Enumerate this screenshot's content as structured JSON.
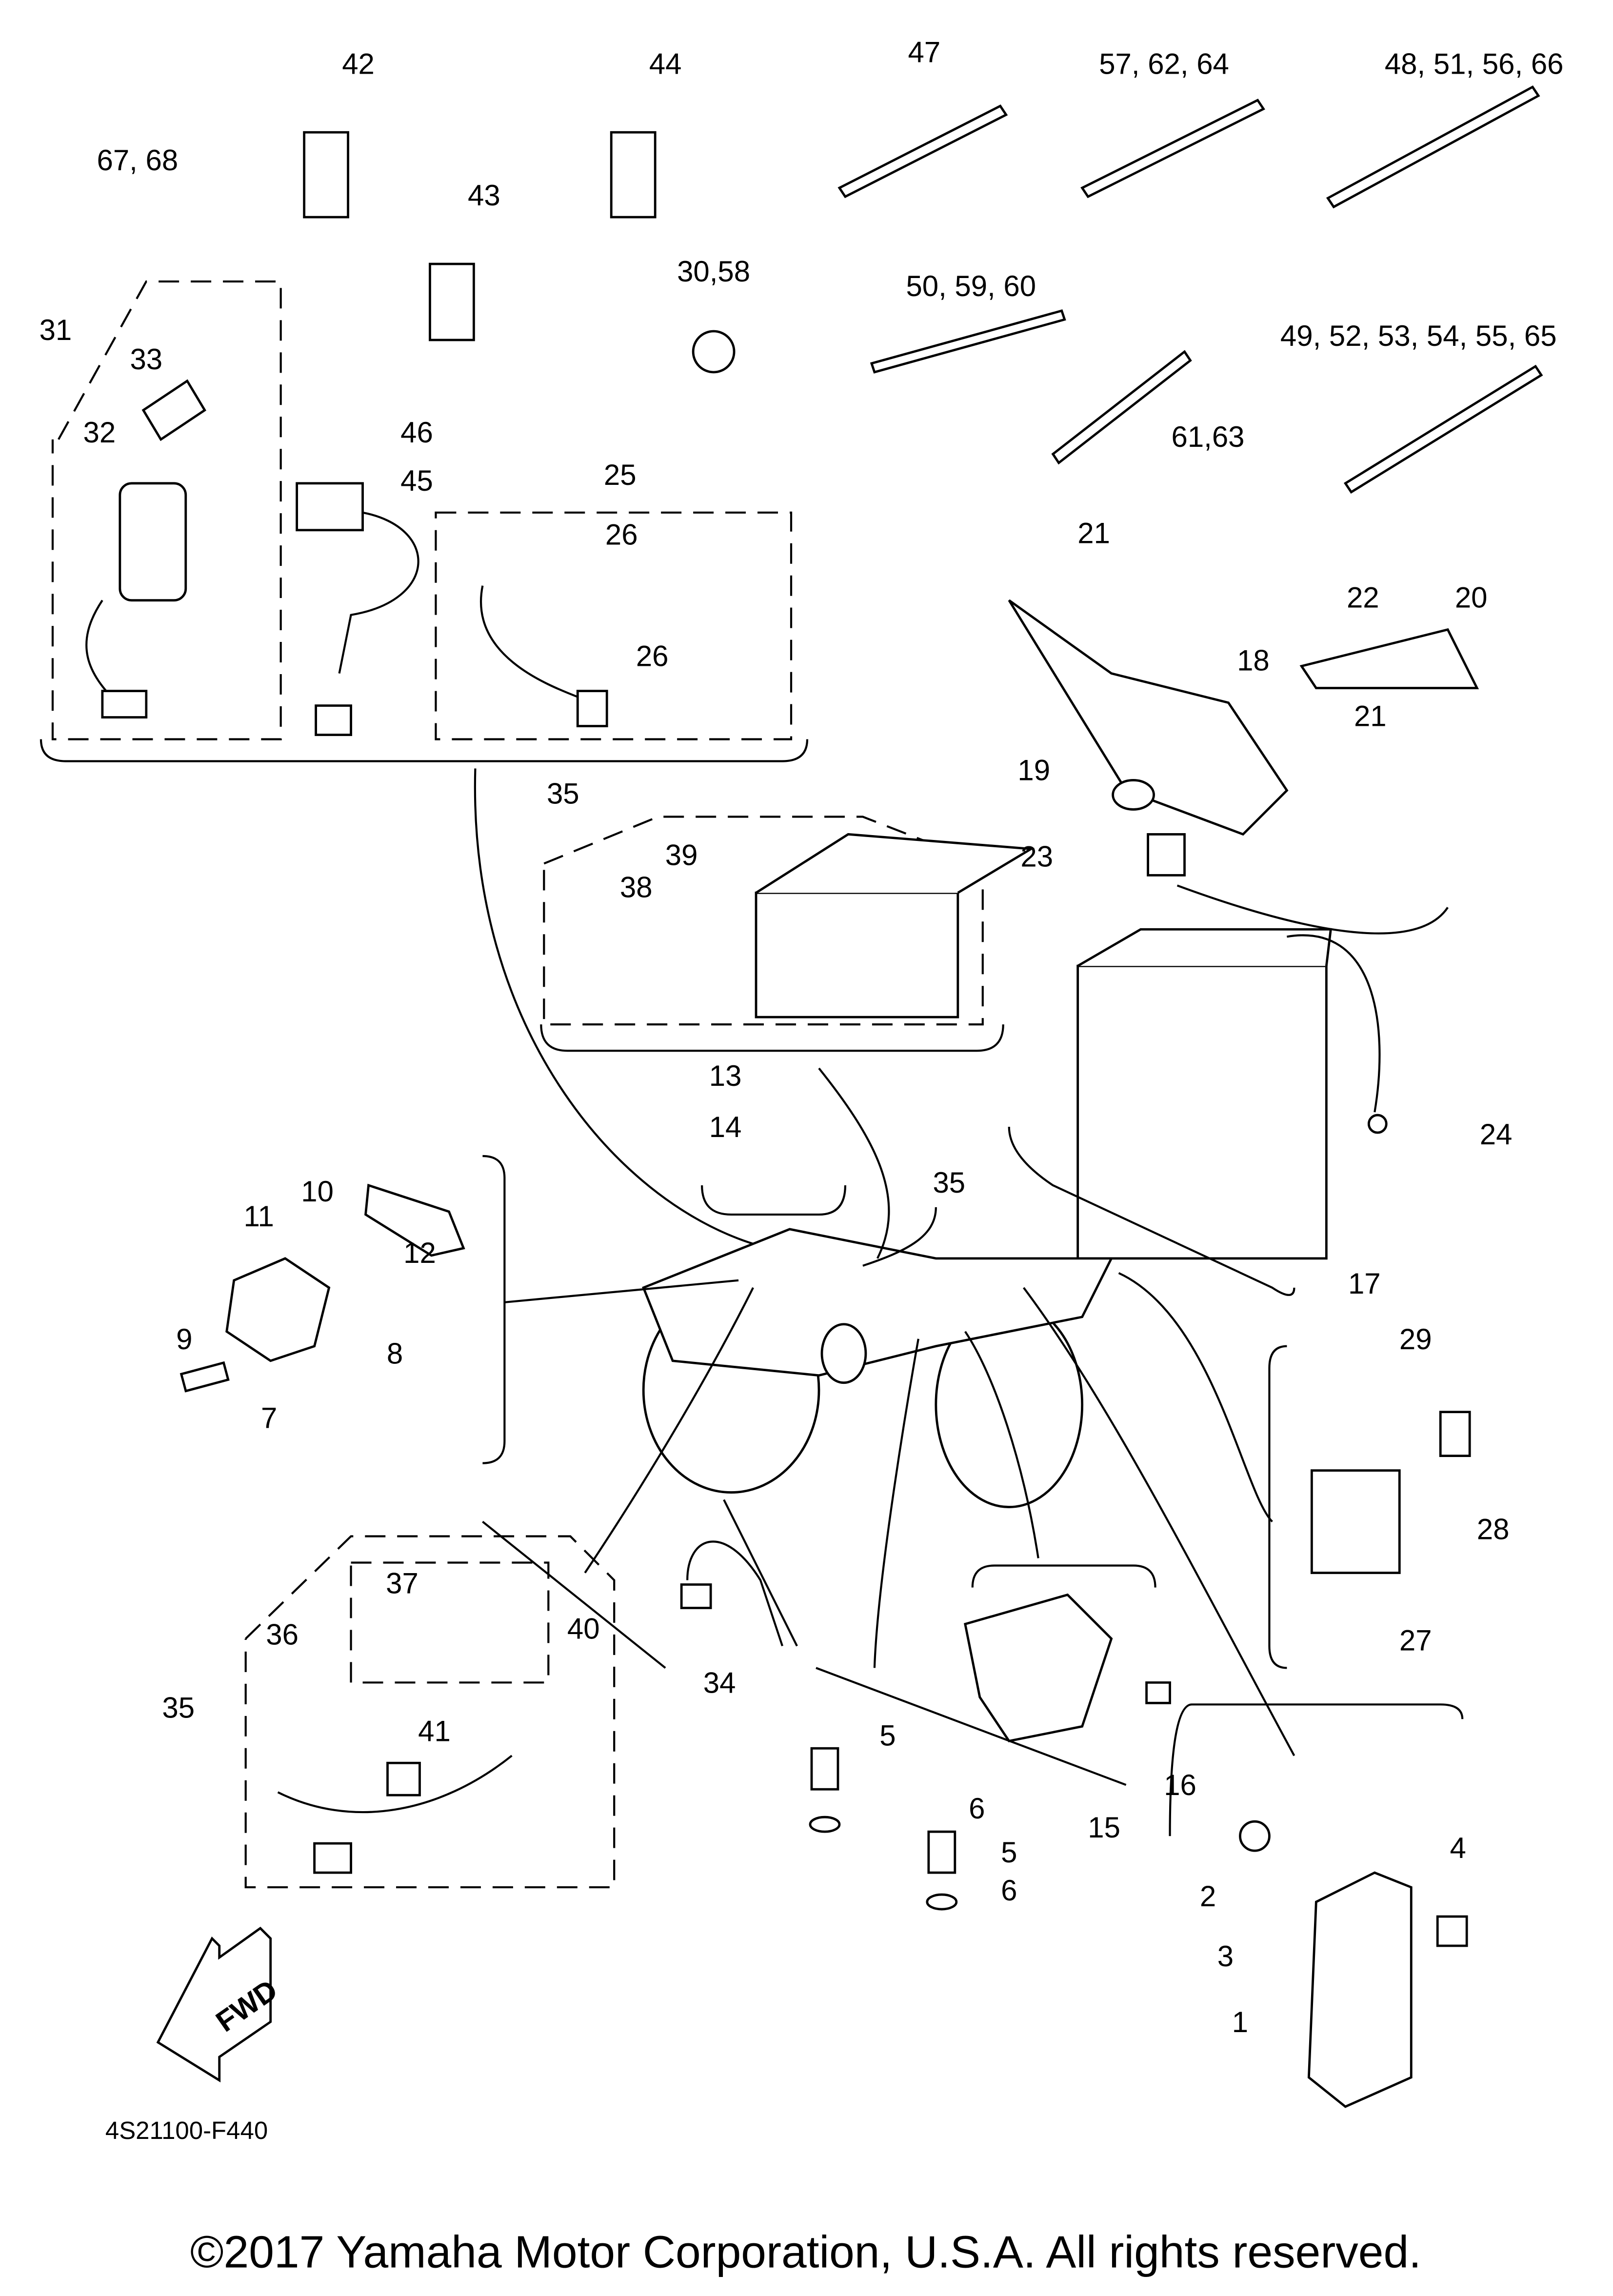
{
  "diagram": {
    "callouts": [
      "42",
      "44",
      "47",
      "57, 62, 64",
      "48, 51, 56, 66",
      "67, 68",
      "43",
      "30,58",
      "50, 59, 60",
      "49, 52, 53, 54, 55, 65",
      "31",
      "33",
      "32",
      "46",
      "45",
      "25",
      "26",
      "26",
      "61,63",
      "21",
      "22",
      "20",
      "18",
      "21",
      "19",
      "35",
      "39",
      "38",
      "23",
      "13",
      "14",
      "35",
      "24",
      "10",
      "11",
      "12",
      "9",
      "8",
      "7",
      "17",
      "29",
      "28",
      "27",
      "37",
      "36",
      "40",
      "35",
      "41",
      "34",
      "5",
      "16",
      "6",
      "5",
      "15",
      "6",
      "2",
      "4",
      "3",
      "1"
    ],
    "fwd_label": "FWD",
    "drawing_code": "4S21100-F440",
    "copyright": "©2017 Yamaha Motor Corporation, U.S.A. All rights reserved."
  }
}
